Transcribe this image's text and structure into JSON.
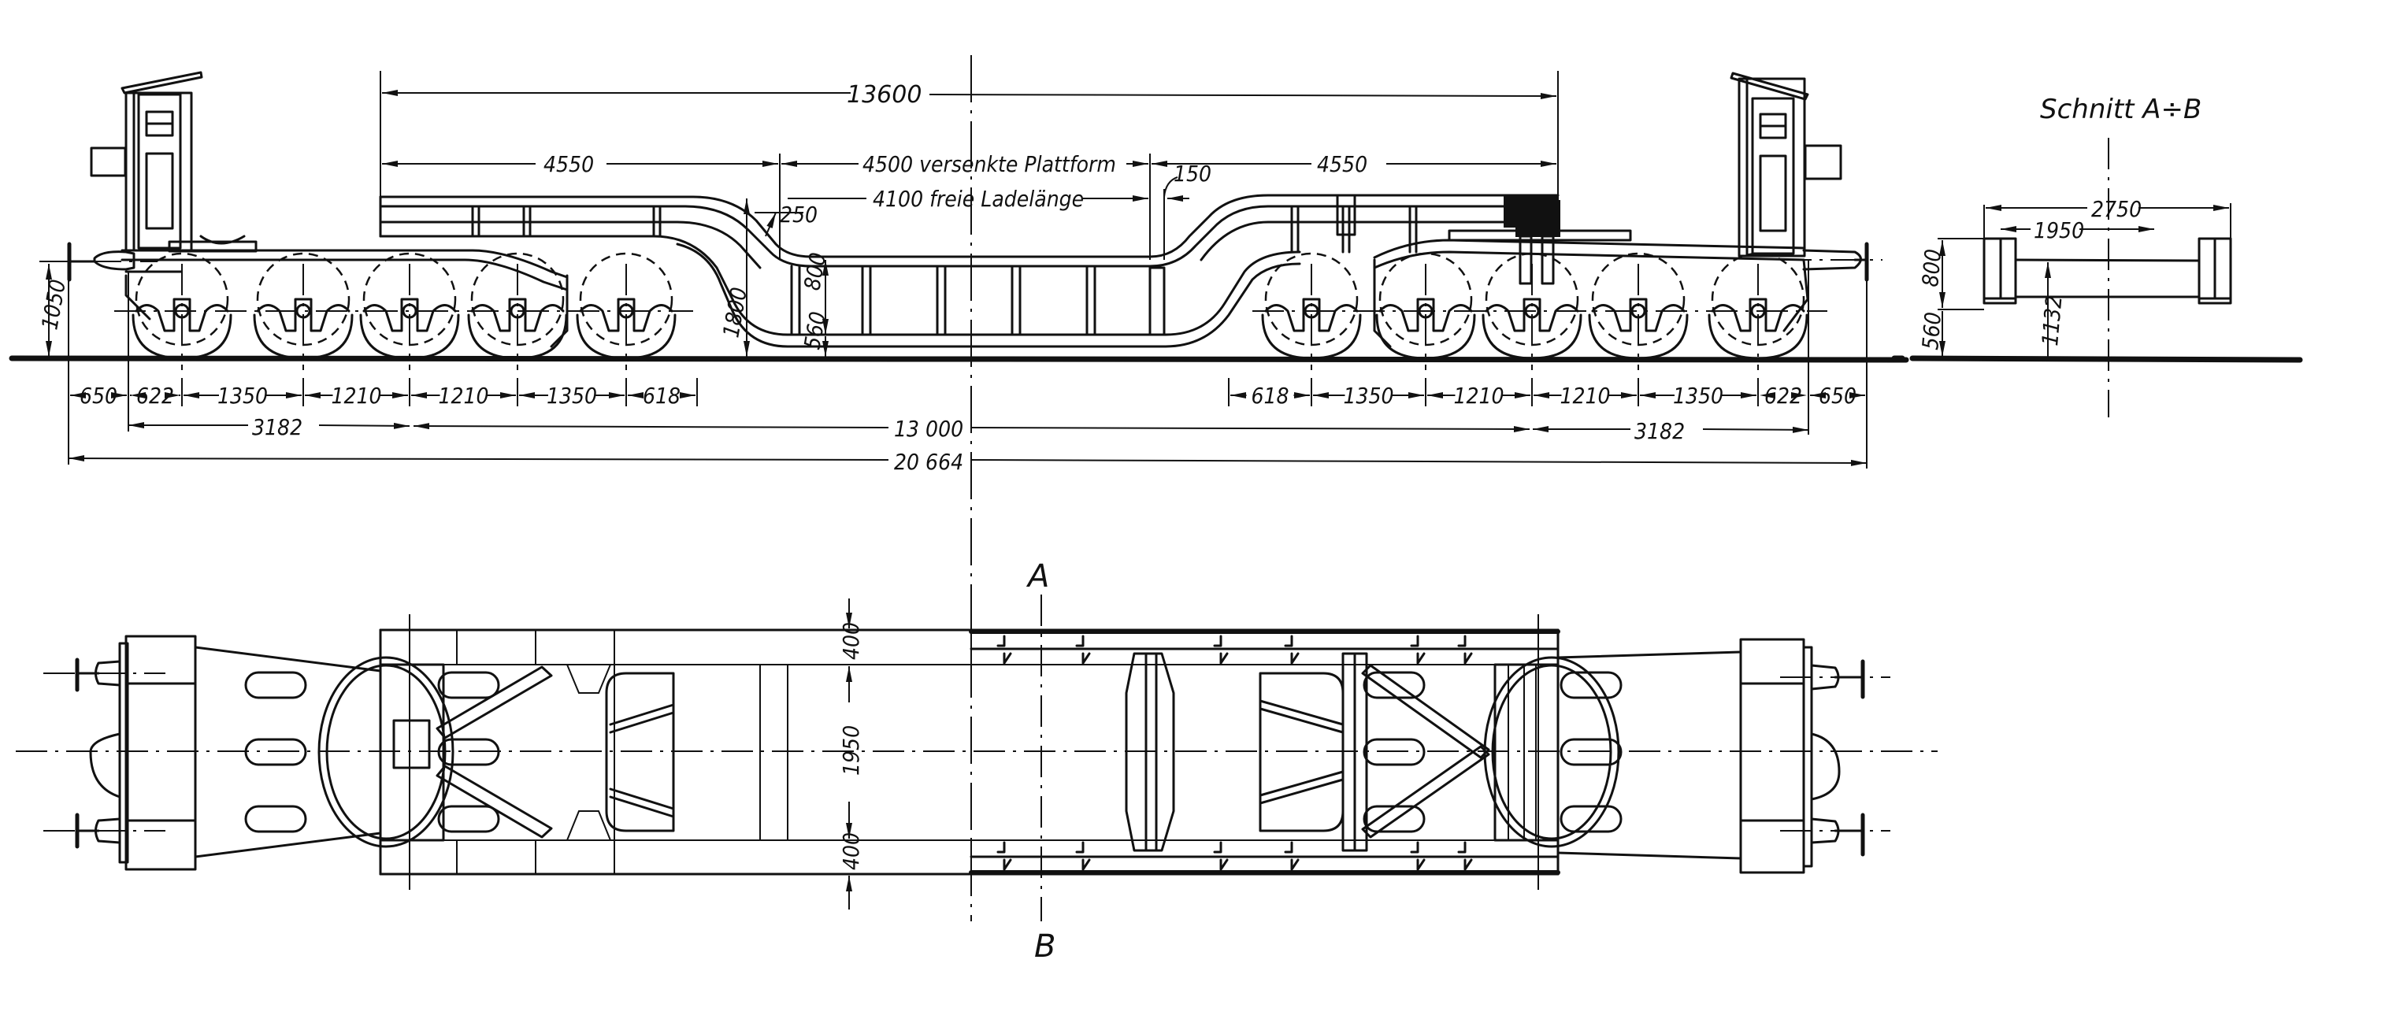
{
  "drawing": {
    "subject": "Tiefladewagen (depressed-center heavy-load railway wagon) — side elevation, plan view and cross section",
    "section_title": "Schnitt A÷B",
    "section_markers": {
      "top": "A",
      "bottom": "B"
    },
    "side_view": {
      "overall_length_platform": "13600",
      "upper_segments": [
        "4550",
        "4500 versenkte Plattform",
        "4550"
      ],
      "free_loading_length": "4100 freie Ladelänge",
      "gap_150": "150",
      "slope_250": "250",
      "deck_height_800": "800",
      "deck_clearance_560": "560",
      "ramp_height_1800": "1800",
      "buffer_height_1050": "1050",
      "left_axle_row": [
        "650",
        "622",
        "1350",
        "1210",
        "1210",
        "1350",
        "618"
      ],
      "right_axle_row": [
        "618",
        "1350",
        "1210",
        "1210",
        "1350",
        "622",
        "650"
      ],
      "bogie_left": "3182",
      "bogie_center_distance": "13 000",
      "bogie_right": "3182",
      "overall_length": "20 664",
      "axles_per_bogie": 5
    },
    "plan_view": {
      "side_member_width_top": "400",
      "inner_width": "1950",
      "side_member_width_bottom": "400"
    },
    "section_view": {
      "outer_width": "2750",
      "inner_width": "1950",
      "girder_height": "800",
      "clearance": "560",
      "deck_top_height": "1132"
    }
  }
}
